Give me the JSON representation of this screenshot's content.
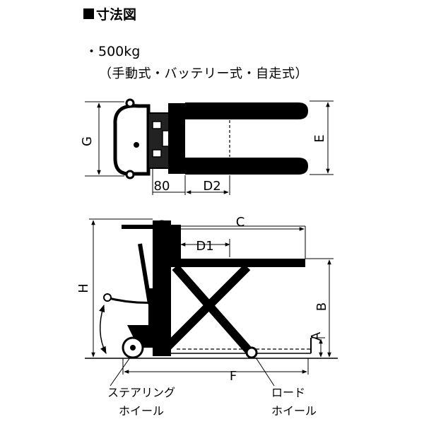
{
  "heading": {
    "marker_icon": "black-square-icon",
    "text": "寸法図"
  },
  "capacity": "・500kg",
  "variants": "（手動式・バッテリー式・自走式）",
  "top_view": {
    "labels": {
      "g": "G",
      "e": "E",
      "w80": "80",
      "d2": "D2"
    }
  },
  "side_view": {
    "labels": {
      "c": "C",
      "d1": "D1",
      "h": "H",
      "b": "B",
      "a": "A",
      "f": "F"
    },
    "callouts": {
      "steering": {
        "line1": "ステアリング",
        "line2": "ホイール"
      },
      "load": {
        "line1": "ロード",
        "line2": "ホイール"
      }
    }
  }
}
